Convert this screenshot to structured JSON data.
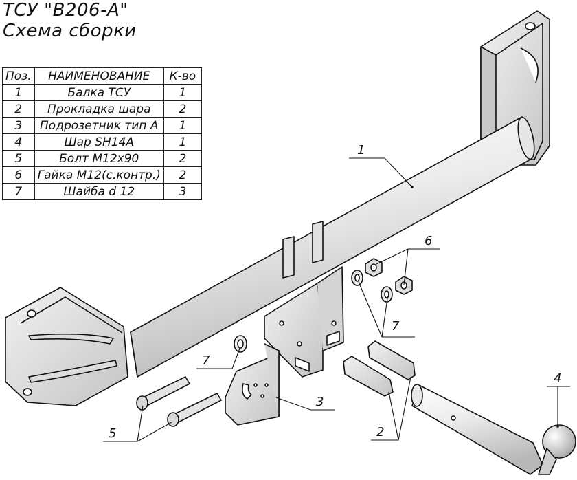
{
  "title": {
    "line1": "ТСУ \"В206-А\"",
    "line2": "Схема сборки"
  },
  "table": {
    "headers": [
      "Поз.",
      "НАИМЕНОВАНИЕ",
      "К-во"
    ],
    "rows": [
      {
        "pos": "1",
        "name": "Балка ТСУ",
        "qty": "1"
      },
      {
        "pos": "2",
        "name": "Прокладка шара",
        "qty": "2"
      },
      {
        "pos": "3",
        "name": "Подрозетник тип А",
        "qty": "1"
      },
      {
        "pos": "4",
        "name": "Шар SH14A",
        "qty": "1"
      },
      {
        "pos": "5",
        "name": "Болт М12х90",
        "qty": "2"
      },
      {
        "pos": "6",
        "name": "Гайка М12(с.контр.)",
        "qty": "2"
      },
      {
        "pos": "7",
        "name": "Шайба d 12",
        "qty": "3"
      }
    ]
  },
  "callouts": {
    "c1": "1",
    "c2": "2",
    "c3": "3",
    "c4": "4",
    "c5": "5",
    "c6": "6",
    "c7a": "7",
    "c7b": "7"
  },
  "colors": {
    "line": "#111111",
    "metal_light": "#ececec",
    "metal_mid": "#cfcfcf",
    "metal_dark": "#9a9a9a"
  }
}
